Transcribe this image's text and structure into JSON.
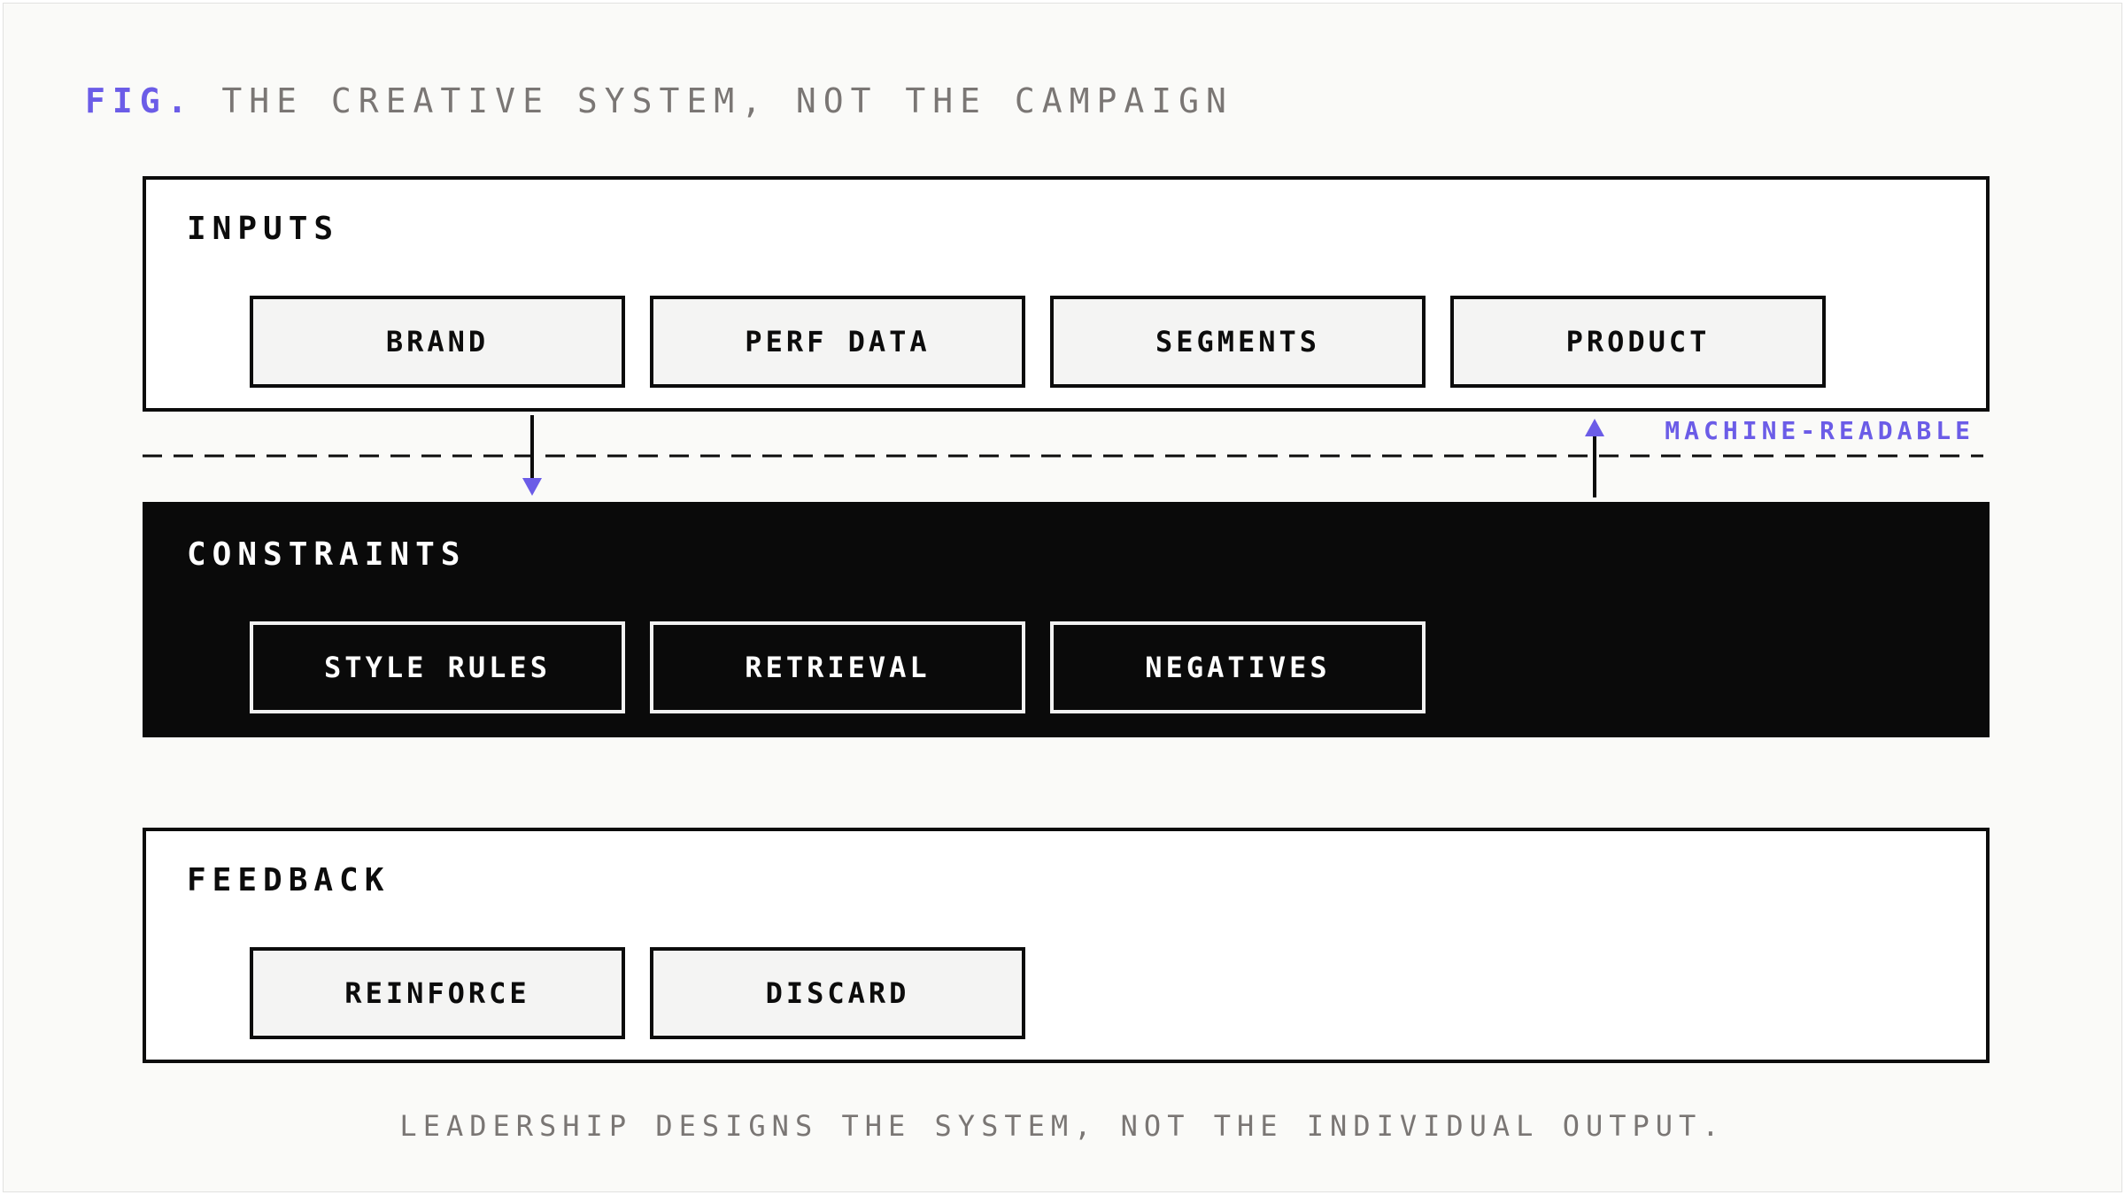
{
  "figure": {
    "prefix": "FIG.",
    "title": "THE CREATIVE SYSTEM, NOT THE CAMPAIGN"
  },
  "sections": {
    "inputs": {
      "title": "INPUTS",
      "items": [
        "BRAND",
        "PERF DATA",
        "SEGMENTS",
        "PRODUCT"
      ]
    },
    "constraints": {
      "title": "CONSTRAINTS",
      "items": [
        "STYLE RULES",
        "RETRIEVAL",
        "NEGATIVES"
      ]
    },
    "feedback": {
      "title": "FEEDBACK",
      "items": [
        "REINFORCE",
        "DISCARD"
      ]
    }
  },
  "boundary": {
    "label": "MACHINE-READABLE"
  },
  "caption": "LEADERSHIP DESIGNS THE SYSTEM, NOT THE INDIVIDUAL OUTPUT.",
  "colors": {
    "accent": "#6b5ce7",
    "ink": "#0c0c0c",
    "muted": "#7a7674",
    "background": "#fafaf8"
  }
}
